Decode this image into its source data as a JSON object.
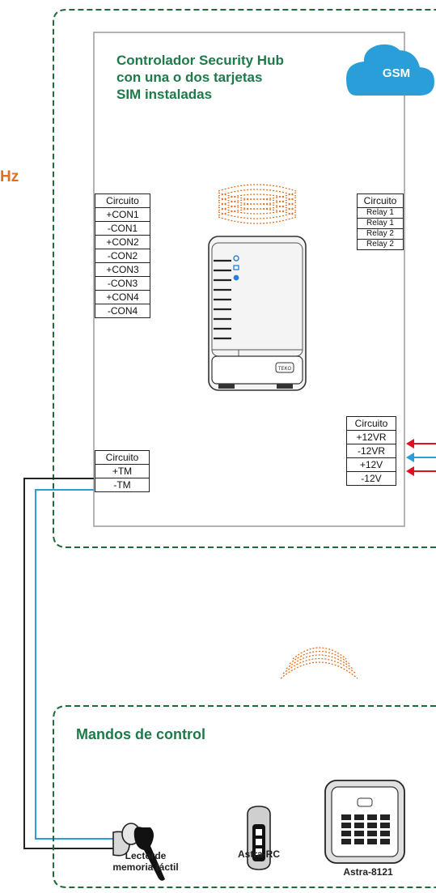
{
  "hz_label": "Hz",
  "hub": {
    "title_lines": [
      "Controlador Security Hub",
      "con una o dos tarjetas",
      "SIM instaladas"
    ],
    "gsm": "GSM",
    "device_brand": "TEKO"
  },
  "inputs_block": {
    "header": "Circuito",
    "rows": [
      "+CON1",
      "-CON1",
      "+CON2",
      "-CON2",
      "+CON3",
      "-CON3",
      "+CON4",
      "-CON4"
    ]
  },
  "relay_block": {
    "header": "Circuito",
    "rows": [
      "Relay 1",
      "Relay 1",
      "Relay 2",
      "Relay 2"
    ]
  },
  "power_block": {
    "header": "Circuito",
    "rows": [
      "+12VR",
      "-12VR",
      "+12V",
      "-12V"
    ]
  },
  "tm_block": {
    "header": "Circuito",
    "rows": [
      "+TM",
      "-TM"
    ]
  },
  "controls": {
    "title": "Mandos de control",
    "devices": [
      {
        "label_lines": [
          "Lectorde",
          "memoria táctil"
        ]
      },
      {
        "label_lines": [
          "Astra-RC"
        ]
      },
      {
        "label_lines": [
          "Astra-8121"
        ]
      }
    ]
  },
  "colors": {
    "green": "#1e7a4a",
    "orange": "#e07020",
    "red": "#e01020",
    "blue": "#2a9ed8",
    "gsm_cloud": "#2a9ed8"
  }
}
